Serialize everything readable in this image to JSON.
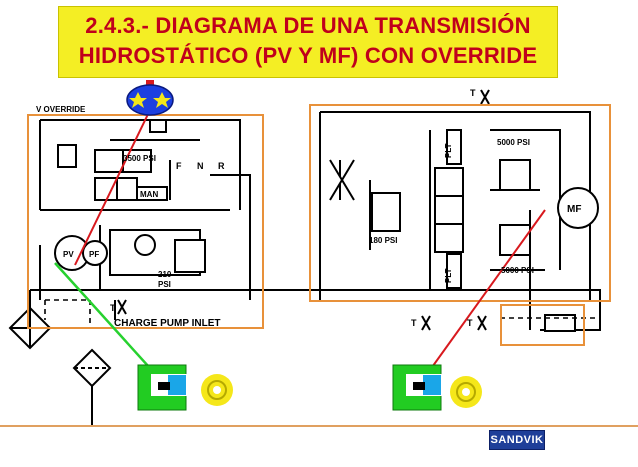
{
  "title": {
    "line1": "2.4.3.- DIAGRAMA DE UNA TRANSMISIÓN",
    "line2": "HIDROSTÁTICO (PV Y MF) CON OVERRIDE"
  },
  "labels": {
    "v_override": "V OVERRIDE",
    "p3500": "3500 PSI",
    "f": "F",
    "n": "N",
    "r": "R",
    "man": "MAN",
    "pv": "PV",
    "pf": "PF",
    "p210": "210",
    "psi": "PSI",
    "tx": "T",
    "charge_pump_inlet": "CHARGE PUMP INLET",
    "p180": "180 PSI",
    "plt": "PLT",
    "p5000_top": "5000 PSI",
    "p5000_bottom": "5000 PSI",
    "mf": "MF"
  },
  "colors": {
    "title_bg": "#f4ee24",
    "title_text": "#c0001c",
    "highlight_box": "#e8913a",
    "pointer_red": "#d8191e",
    "pointer_green": "#27d12f",
    "cylinder_green": "#22cc22",
    "cylinder_blue": "#1aa6e8",
    "star_yellow": "#f5e71a",
    "logo_bg": "#1f3f99"
  },
  "logo": {
    "text": "SANDVIK"
  }
}
